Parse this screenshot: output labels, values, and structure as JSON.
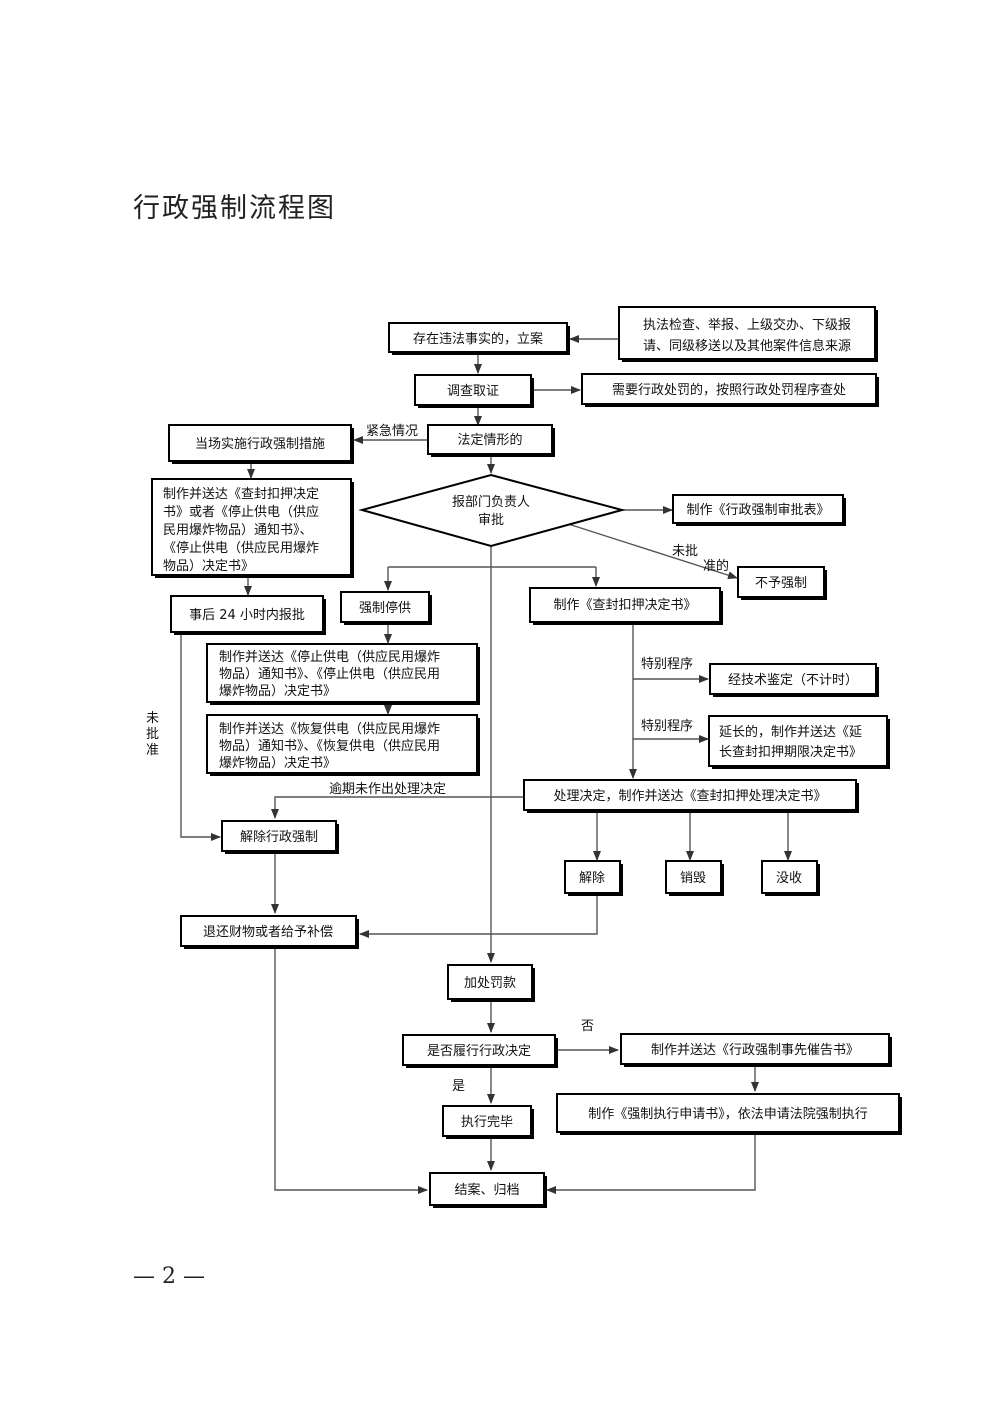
{
  "title": "行政强制流程图",
  "page_number": "— 2 —",
  "nodes": {
    "source": [
      "执法检查、举报、上级交办、下级报",
      "请、同级移送以及其他案件信息来源"
    ],
    "filing": "存在违法事实的，立案",
    "investigate": "调查取证",
    "admin_penalty": "需要行政处罚的，按照行政处罚程序查处",
    "legal_situation": "法定情形的",
    "onsite_measure": "当场实施行政强制措施",
    "deliver_decision": [
      "制作并送达《查封扣押决定",
      "书》或者《停止供电（供应",
      "民用爆炸物品）通知书》、",
      "《停止供电（供应民用爆炸",
      "物品）决定书》"
    ],
    "report_24h": "事后 24 小时内报批",
    "approval": [
      "报部门负责人",
      "审批"
    ],
    "approval_form": "制作《行政强制审批表》",
    "no_enforce": "不予强制",
    "forced_stop": "强制停供",
    "seal_decision": "制作《查封扣押决定书》",
    "stop_notice": [
      "制作并送达《停止供电（供应民用爆炸",
      "物品）通知书》、《停止供电（供应民用",
      "爆炸物品）决定书》"
    ],
    "resume_notice": [
      "制作并送达《恢复供电（供应民用爆炸",
      "物品）通知书》、《恢复供电（供应民用",
      "爆炸物品）决定书》"
    ],
    "tech_appraisal": "经技术鉴定（不计时）",
    "extend": [
      "延长的，制作并送达《延",
      "长查封扣押期限决定书》"
    ],
    "handling_decision": "处理决定，制作并送达《查封扣押处理决定书》",
    "release_measure": "解除行政强制",
    "release": "解除",
    "destroy": "销毁",
    "confiscate": "没收",
    "return_property": "退还财物或者给予补偿",
    "add_fine": "加处罚款",
    "fulfilled_q": "是否履行行政决定",
    "reminder": "制作并送达《行政强制事先催告书》",
    "court_apply": "制作《强制执行申请书》，依法申请法院强制执行",
    "executed": "执行完毕",
    "close_case": "结案、归档"
  },
  "labels": {
    "emergency": "紧急情况",
    "not_approved": [
      "未批",
      "准的"
    ],
    "not_approved_v": [
      "未",
      "批",
      "准"
    ],
    "special_1": "特别程序",
    "special_2": "特别程序",
    "overdue": "逾期未作出处理决定",
    "no": "否",
    "yes": "是"
  }
}
